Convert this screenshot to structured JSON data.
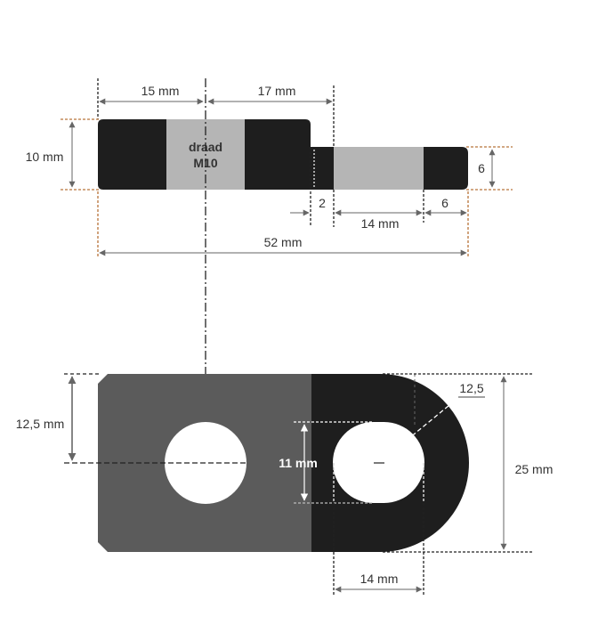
{
  "colors": {
    "dark": "#1e1e1e",
    "mid": "#5b5b5b",
    "light": "#b5b5b5",
    "dimension_line": "#666666",
    "orange_leader": "#b8733a",
    "text": "#333333",
    "white": "#ffffff"
  },
  "side_view": {
    "thread_label_line1": "draad",
    "thread_label_line2": "M10",
    "dim_15": "15 mm",
    "dim_17": "17  mm",
    "dim_10": "10 mm",
    "dim_6_right": "6",
    "dim_2": "2",
    "dim_14": "14 mm",
    "dim_6_bottom": "6",
    "dim_52": "52 mm"
  },
  "top_view": {
    "dim_12_5_mm": "12,5 mm",
    "dim_11_mm": "11 mm",
    "dim_radius": "12,5",
    "dim_25_mm": "25 mm",
    "dim_14_mm": "14 mm"
  }
}
